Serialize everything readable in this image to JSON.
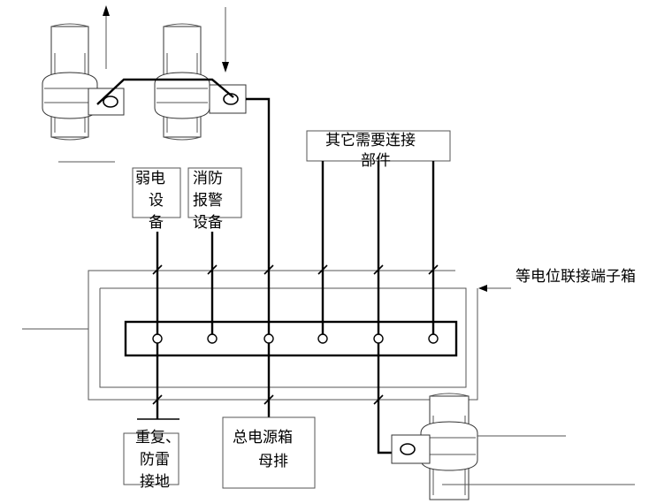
{
  "labels": {
    "weak_current": [
      "弱电",
      "设",
      "备"
    ],
    "fire_alarm": [
      "消防",
      "报警",
      "设备"
    ],
    "other_parts": [
      "其它需要连接",
      "部件"
    ],
    "terminal_box": "等电位联接端子箱",
    "grounding": [
      "重复、",
      "防雷",
      "接地"
    ],
    "main_power": [
      "总电源箱",
      "母排"
    ]
  },
  "terminal_count": 6
}
